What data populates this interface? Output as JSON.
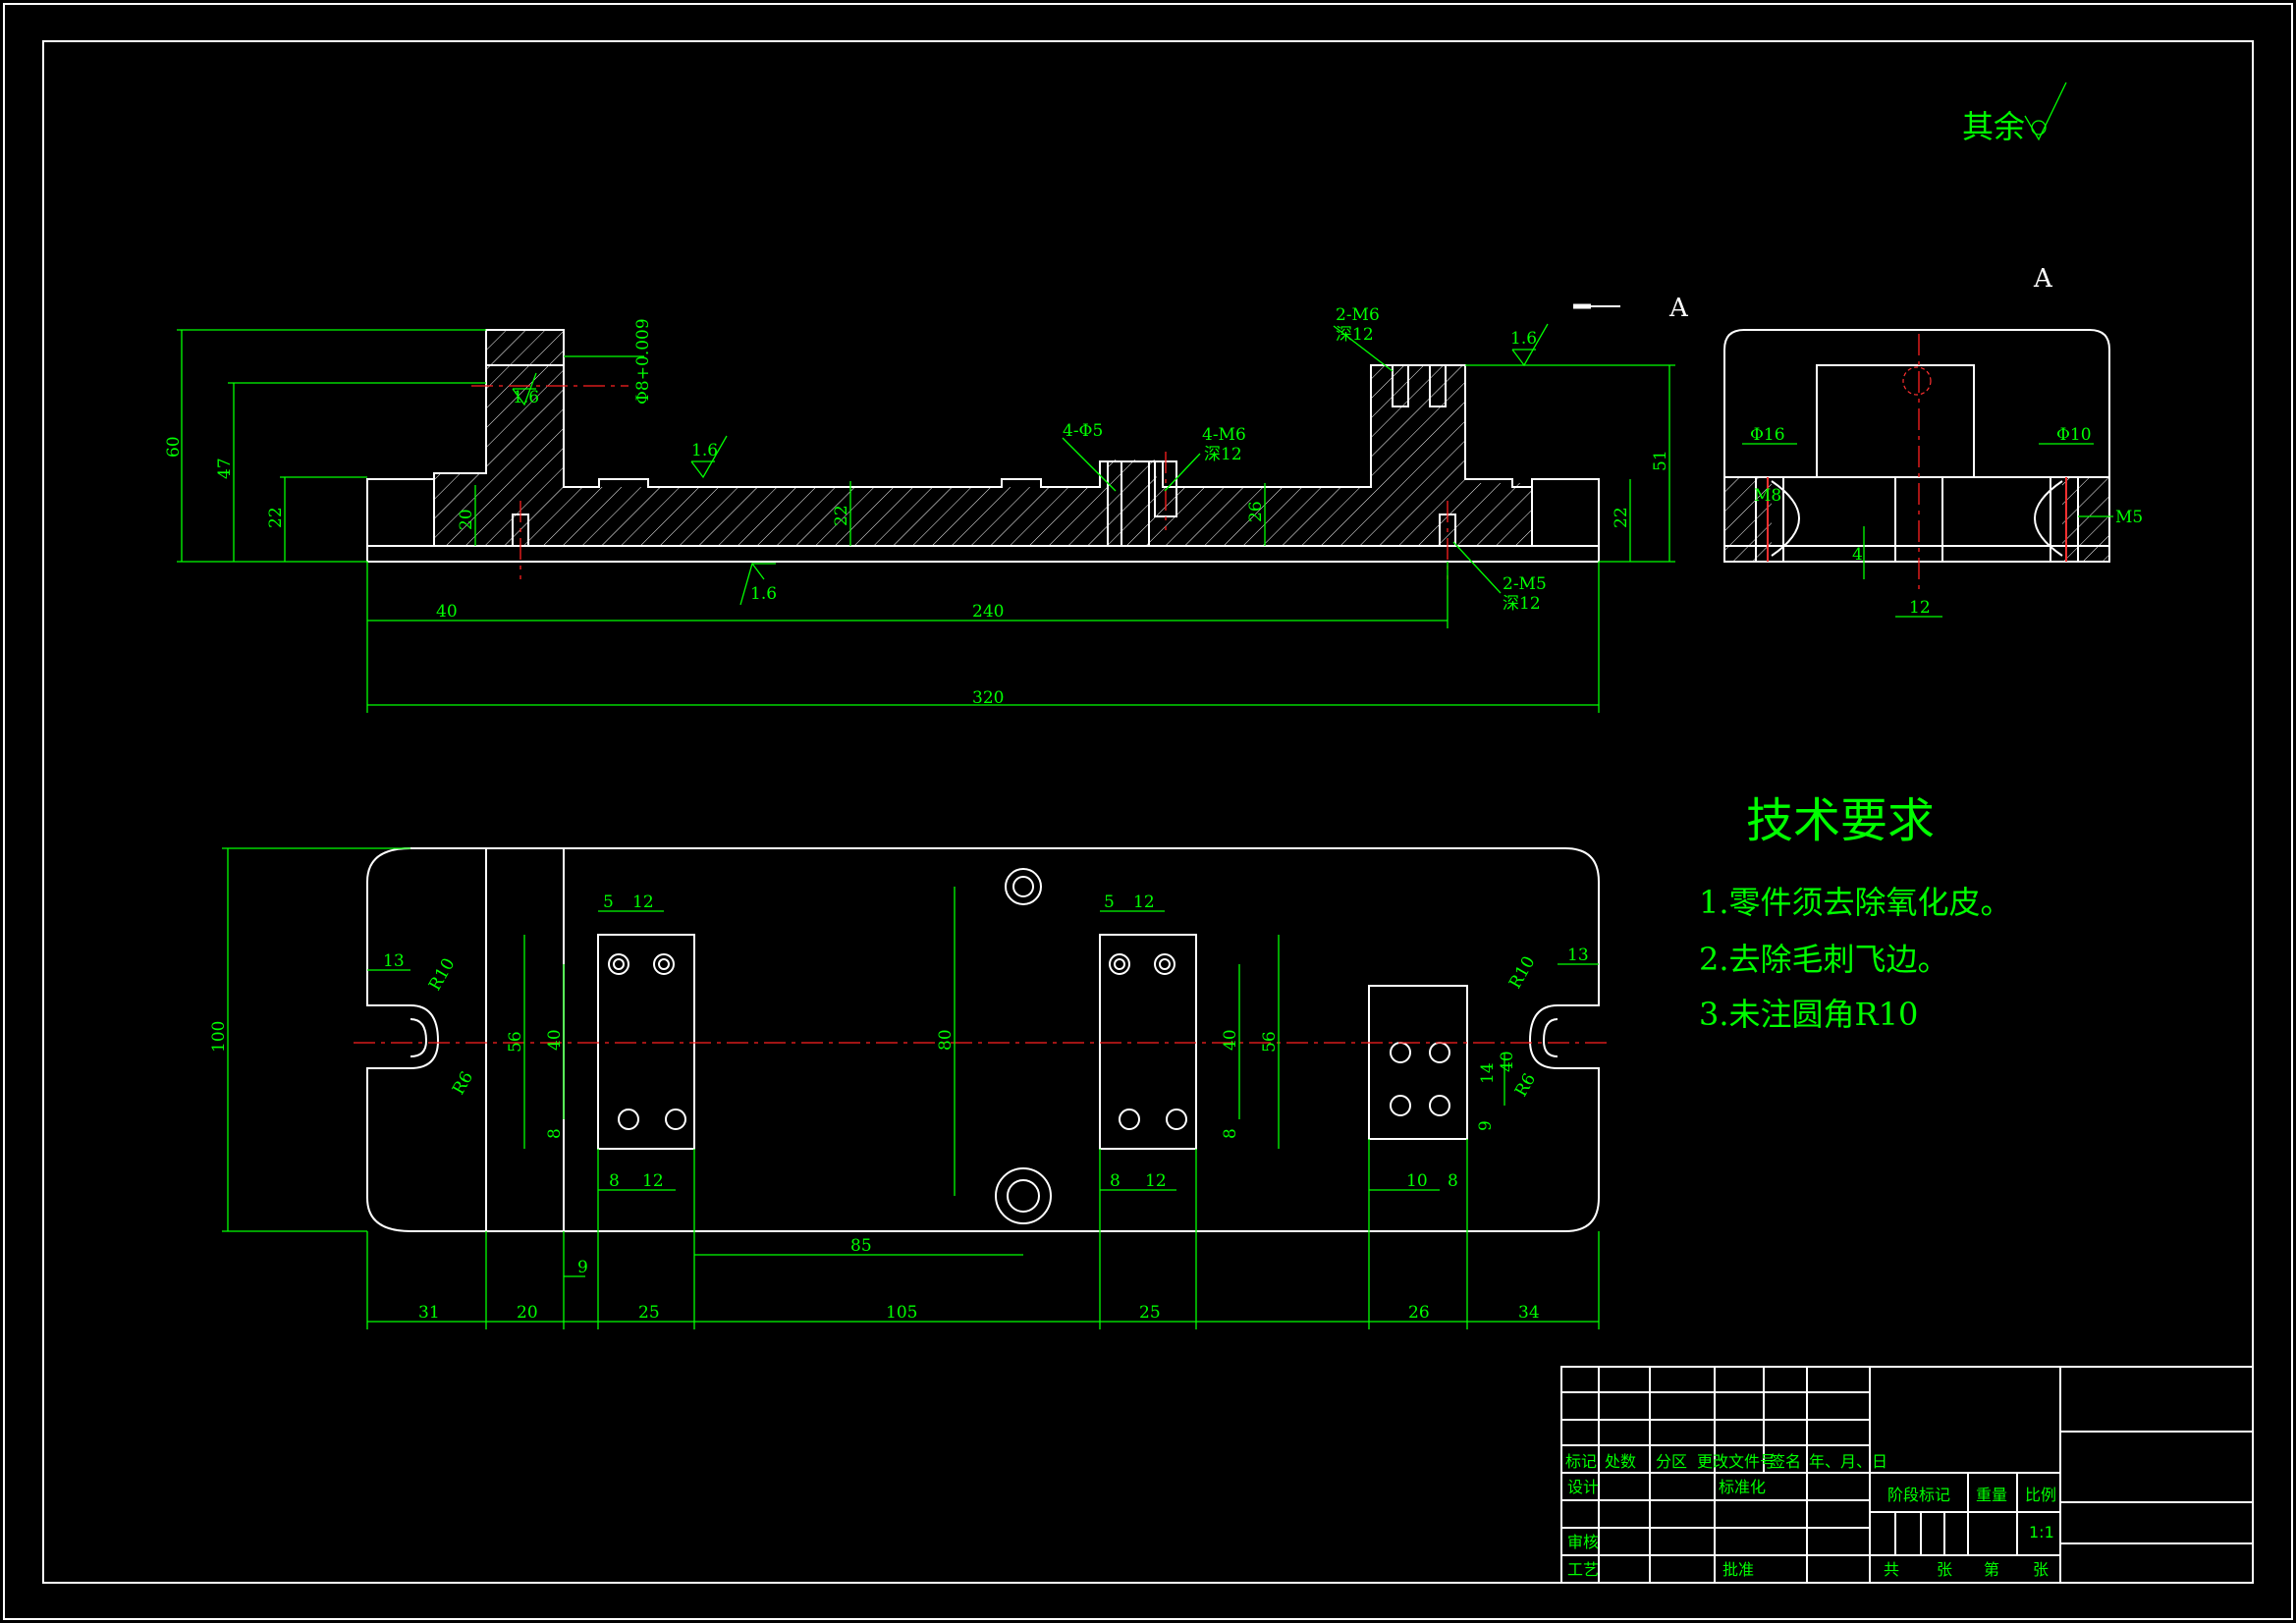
{
  "surface_note": {
    "label": "其余",
    "symbol": "roughness-check-icon"
  },
  "section": {
    "arrow_label": "A",
    "view_label": "A"
  },
  "front_view": {
    "roughness": [
      "1.6",
      "1.6",
      "1.6",
      "1.6"
    ],
    "hole_notes": [
      "2-M6",
      "深12",
      "4-Φ5",
      "4-M6",
      "深12",
      "2-M5",
      "深12"
    ],
    "fit": "Φ8+0.009",
    "dims": [
      "60",
      "47",
      "22",
      "20",
      "22",
      "26",
      "51",
      "22",
      "40",
      "240",
      "320"
    ]
  },
  "side_view": {
    "dims": [
      "Φ16",
      "M8",
      "Φ10",
      "M5",
      "4",
      "12"
    ]
  },
  "top_view": {
    "dims": [
      "100",
      "13",
      "R10",
      "R6",
      "5",
      "12",
      "56",
      "40",
      "8",
      "8",
      "12",
      "80",
      "5",
      "12",
      "40",
      "56",
      "8",
      "8",
      "12",
      "13",
      "R10",
      "40",
      "14",
      "9",
      "R6",
      "10",
      "8",
      "9",
      "85",
      "31",
      "20",
      "25",
      "105",
      "25",
      "26",
      "34"
    ]
  },
  "tech_requirements": {
    "title": "技术要求",
    "items": [
      "1.零件须去除氧化皮。",
      "2.去除毛刺飞边。",
      "3.未注圆角R10"
    ]
  },
  "title_block": {
    "headers": [
      "标记",
      "处数",
      "分区",
      "更改文件号",
      "签名",
      "年、月、日"
    ],
    "rows": [
      "设计",
      "标准化",
      "审核",
      "工艺",
      "批准"
    ],
    "stage_label": "阶段标记",
    "weight_label": "重量",
    "scale_label": "比例",
    "scale_value": "1:1",
    "sheets": [
      "共",
      "张",
      "第",
      "张"
    ]
  }
}
